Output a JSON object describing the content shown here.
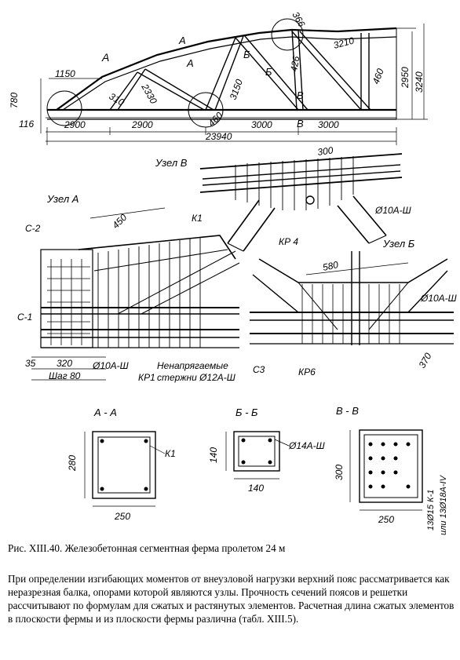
{
  "truss": {
    "dims": {
      "d1150": "1150",
      "d780": "780",
      "d116": "116",
      "d2900a": "2900",
      "d2900b": "2900",
      "d310": "310",
      "d2330": "2330",
      "d460a": "460",
      "d3150": "3150",
      "d3000a": "3000",
      "d3000b": "3000",
      "d366": "366",
      "d426": "426",
      "d3210": "3210",
      "d460b": "460",
      "d2950": "2950",
      "d3240": "3240",
      "d23940": "23940"
    },
    "section_marks": {
      "a": "А",
      "a2": "А",
      "b": "Б",
      "b2": "Б",
      "v": "В",
      "v2": "В",
      "v3": "В",
      "nodeA": "А"
    }
  },
  "node_v": {
    "title": "Узел В",
    "d300": "300",
    "rebar": "Ø10А-Ш",
    "kr": "КР 4"
  },
  "node_a": {
    "title": "Узел А",
    "c2": "С-2",
    "c1": "С-1",
    "d450": "450",
    "k1": "К1",
    "d35": "35",
    "d320": "320",
    "rebar": "Ø10А-Ш",
    "step": "Шаг 80",
    "kr1": "КР1",
    "note_line1": "Ненапрягаемые",
    "note_line2": "стержни Ø12А-Ш"
  },
  "node_b": {
    "title": "Узел Б",
    "d580": "580",
    "rebar": "Ø10А-Ш",
    "c3": "С3",
    "kr6": "КР6",
    "d370": "370"
  },
  "section_aa": {
    "title": "А - А",
    "height": "280",
    "width": "250",
    "label": "К1"
  },
  "section_bb": {
    "title": "Б - Б",
    "height": "140",
    "width": "140",
    "label": "Ø14А-Ш"
  },
  "section_vv": {
    "title": "В - В",
    "height": "300",
    "width": "250",
    "label1": "13Ø15 К-1",
    "label2": "или 13Ø18А-IV"
  },
  "caption": "Рис. XIII.40. Железобетонная сегментная ферма пролетом 24 м",
  "paragraph": "При определении изгибающих моментов от внеузловой нагрузки верхний пояс рассматривается как неразрезная балка, опорами которой являются узлы. Прочность сечений поясов и решетки рассчитывают по формулам для сжатых и растянутых элементов. Расчетная длина сжатых элементов в плоскости фермы и из плоскости фермы различна (табл. XIII.5)."
}
